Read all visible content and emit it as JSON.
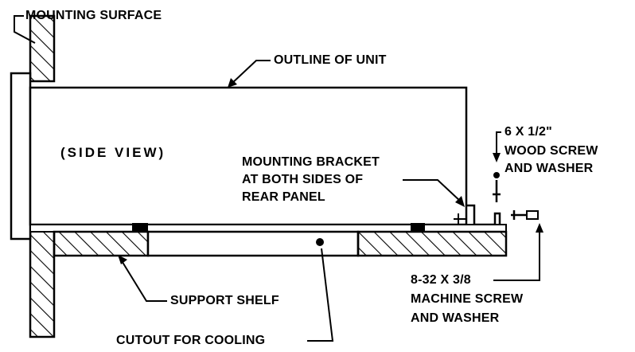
{
  "labels": {
    "mounting_surface": "MOUNTING SURFACE",
    "outline_of_unit": "OUTLINE OF UNIT",
    "side_view": "(SIDE VIEW)",
    "mounting_bracket_line1": "MOUNTING BRACKET",
    "mounting_bracket_line2": "AT BOTH SIDES OF",
    "mounting_bracket_line3": "REAR PANEL",
    "wood_screw_line1": "6 X 1/2\"",
    "wood_screw_line2": "WOOD SCREW",
    "wood_screw_line3": "AND WASHER",
    "machine_screw_line1": "8-32 X 3/8",
    "machine_screw_line2": "MACHINE SCREW",
    "machine_screw_line3": "AND WASHER",
    "support_shelf": "SUPPORT SHELF",
    "cutout_for_cooling": "CUTOUT FOR COOLING"
  },
  "colors": {
    "ink": "#000000",
    "paper": "#ffffff"
  }
}
